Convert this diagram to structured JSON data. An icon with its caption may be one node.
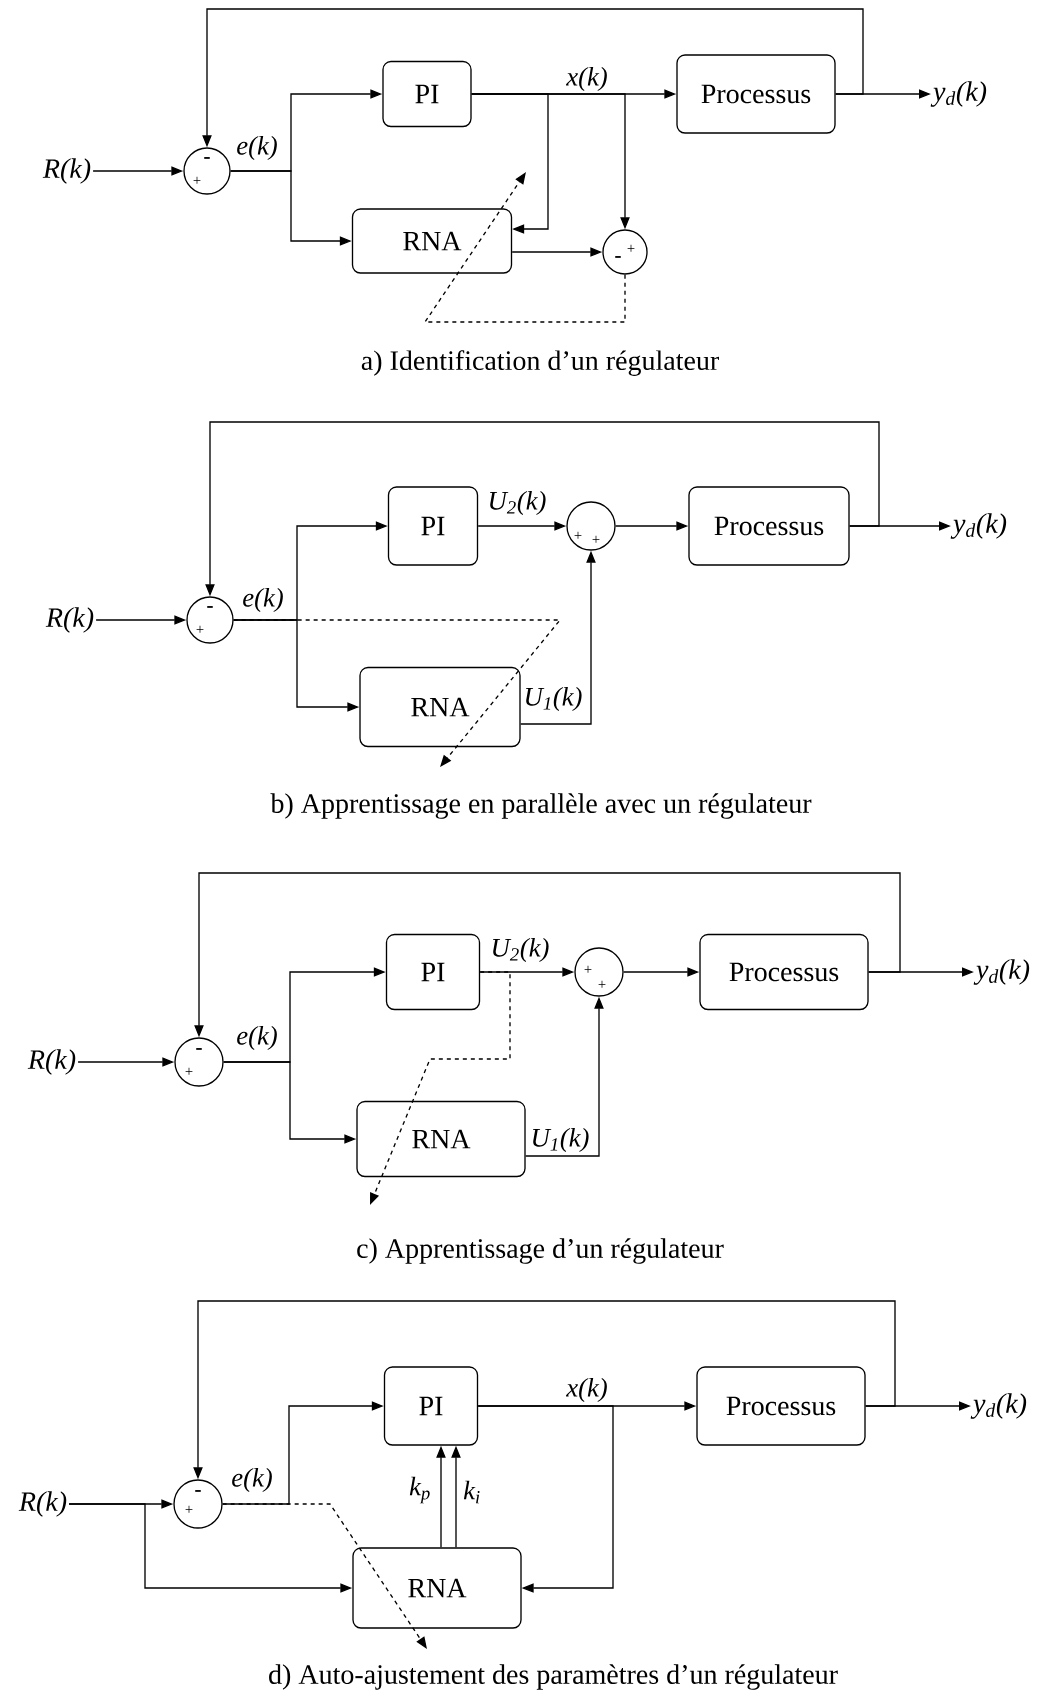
{
  "diagram": {
    "nodes": [
      {
        "text": [
          "R(k)"
        ]
      },
      {
        "text": [
          "-",
          "+"
        ]
      },
      {
        "text": [
          "PI"
        ]
      },
      {
        "text": [
          "Processus"
        ]
      },
      {
        "text": [
          "RNA"
        ]
      },
      {
        "text": [
          "-",
          "+"
        ]
      },
      {
        "text": [
          "y$_{d}$(k)"
        ]
      },
      {
        "text": [
          "R(k)"
        ]
      },
      {
        "text": [
          "-",
          "+"
        ]
      },
      {
        "text": [
          "PI"
        ]
      },
      {
        "text": [
          "+",
          "+"
        ]
      },
      {
        "text": [
          "Processus"
        ]
      },
      {
        "text": [
          "RNA"
        ]
      },
      {
        "text": [
          "y$_{d}$(k)"
        ]
      },
      {
        "text": [
          "R(k)"
        ]
      },
      {
        "text": [
          "-",
          "+"
        ]
      },
      {
        "text": [
          "PI"
        ]
      },
      {
        "text": [
          "+",
          "+"
        ]
      },
      {
        "text": [
          "Processus"
        ]
      },
      {
        "text": [
          "RNA"
        ]
      },
      {
        "text": [
          "y$_{d}$(k)"
        ]
      },
      {
        "text": [
          "R(k)"
        ]
      },
      {
        "text": [
          "-",
          "+"
        ]
      },
      {
        "text": [
          "PI"
        ]
      },
      {
        "text": [
          "Processus"
        ]
      },
      {
        "text": [
          "RNA"
        ]
      },
      {
        "text": [
          "y$_{d}$(k)"
        ]
      }
    ],
    "edges": [
      {
        "from": 0,
        "to": 1,
        "arrow": "to"
      },
      {
        "from": 1,
        "to": 2,
        "arrow": "to",
        "label": "e(k)"
      },
      {
        "from": 1,
        "to": 4,
        "arrow": "to"
      },
      {
        "from": 2,
        "to": 3,
        "arrow": "to",
        "label": "x(k)"
      },
      {
        "from": 2,
        "to": 4,
        "arrow": "to"
      },
      {
        "from": 2,
        "to": 5,
        "arrow": "to"
      },
      {
        "from": 4,
        "to": 5,
        "arrow": "to"
      },
      {
        "from": 3,
        "to": 6,
        "arrow": "to"
      },
      {
        "from": 3,
        "to": 1,
        "arrow": "to"
      },
      {
        "from": 5,
        "to": 4,
        "arrow": "to",
        "style": "dashed"
      },
      {
        "from": 7,
        "to": 8,
        "arrow": "to"
      },
      {
        "from": 8,
        "to": 9,
        "arrow": "to",
        "label": "e(k)"
      },
      {
        "from": 8,
        "to": 12,
        "arrow": "to"
      },
      {
        "from": 9,
        "to": 10,
        "arrow": "to",
        "label": "U$_{2}$(k)"
      },
      {
        "from": 12,
        "to": 10,
        "arrow": "to",
        "label": "U$_{1}$(k)"
      },
      {
        "from": 10,
        "to": 11,
        "arrow": "to"
      },
      {
        "from": 11,
        "to": 13,
        "arrow": "to"
      },
      {
        "from": 11,
        "to": 8,
        "arrow": "to"
      },
      {
        "from": 8,
        "to": 12,
        "arrow": "to",
        "style": "dashed"
      },
      {
        "from": 14,
        "to": 15,
        "arrow": "to"
      },
      {
        "from": 15,
        "to": 16,
        "arrow": "to",
        "label": "e(k)"
      },
      {
        "from": 15,
        "to": 19,
        "arrow": "to"
      },
      {
        "from": 16,
        "to": 17,
        "arrow": "to",
        "label": "U$_{2}$(k)"
      },
      {
        "from": 19,
        "to": 17,
        "arrow": "to",
        "label": "U$_{1}$(k)"
      },
      {
        "from": 17,
        "to": 18,
        "arrow": "to"
      },
      {
        "from": 18,
        "to": 20,
        "arrow": "to"
      },
      {
        "from": 18,
        "to": 15,
        "arrow": "to"
      },
      {
        "from": 16,
        "to": 19,
        "arrow": "to",
        "style": "dashed"
      },
      {
        "from": 21,
        "to": 22,
        "arrow": "to"
      },
      {
        "from": 21,
        "to": 25,
        "arrow": "to"
      },
      {
        "from": 22,
        "to": 23,
        "arrow": "to",
        "label": "e(k)"
      },
      {
        "from": 23,
        "to": 24,
        "arrow": "to",
        "label": "x(k)"
      },
      {
        "from": 23,
        "to": 25,
        "arrow": "to"
      },
      {
        "from": 25,
        "to": 23,
        "arrow": "to",
        "label": "k$_{p}$"
      },
      {
        "from": 25,
        "to": 23,
        "arrow": "to",
        "label": "k$_{i}$"
      },
      {
        "from": 24,
        "to": 26,
        "arrow": "to"
      },
      {
        "from": 24,
        "to": 22,
        "arrow": "to"
      },
      {
        "from": 22,
        "to": 25,
        "arrow": "to",
        "style": "dashed"
      }
    ],
    "labels": [
      "a) Identification d’un régulateur",
      "b) Apprentissage en parallèle avec un régulateur",
      "c) Apprentissage d’un régulateur",
      "d) Auto-ajustement des paramètres d’un régulateur"
    ]
  }
}
